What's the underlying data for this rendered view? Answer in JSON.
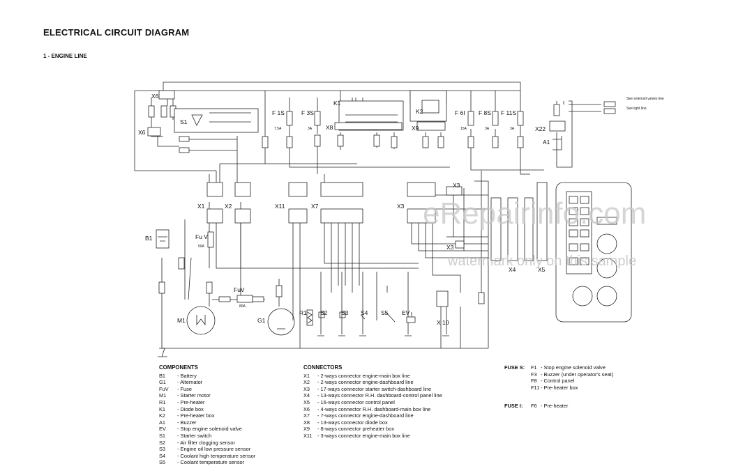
{
  "page": {
    "title": "ELECTRICAL CIRCUIT DIAGRAM",
    "subtitle": "1 - ENGINE LINE"
  },
  "watermark": {
    "site": "eRepairinfo.com",
    "note": "watermark only on this sample"
  },
  "diagram_labels": {
    "x6_top": "X6",
    "x6_left": "X6",
    "s1": "S1",
    "k1": "K1",
    "x8": "X8",
    "k2": "K2",
    "x9": "X9",
    "x22": "X22",
    "a1": "A1",
    "f1s": "F 1S",
    "f3s": "F 3S",
    "f6i": "F 6I",
    "f8s": "F 8S",
    "f11s": "F 11S",
    "f1s_amp": "7.5A",
    "f3s_amp": "3A",
    "f6i_amp": "15A",
    "f8s_amp": "3A",
    "f11s_amp": "3A",
    "x1": "X1",
    "x2": "X2",
    "x11": "X11",
    "x7": "X7",
    "x3": "X3",
    "x3b": "X3",
    "x4": "X4",
    "x5": "X5",
    "b1": "B1",
    "fuv_left": "Fu V",
    "fuv_left_amp": "50A",
    "fuv_mid": "FuV",
    "fuv_mid_amp": "80A",
    "m1": "M1",
    "g1": "G1",
    "r1": "R1",
    "s2": "S2",
    "s3": "S3",
    "s4": "S4",
    "s5": "S5",
    "ev": "EV",
    "x10": "X 10",
    "solenoid_line": "See solenoid valves line",
    "light_line": "See light line"
  },
  "components": {
    "heading": "COMPONENTS",
    "items": [
      {
        "code": "B1",
        "desc": "- Battery"
      },
      {
        "code": "G1",
        "desc": "- Alternator"
      },
      {
        "code": "FuV",
        "desc": "- Fuse"
      },
      {
        "code": "M1",
        "desc": "- Starter motor"
      },
      {
        "code": "R1",
        "desc": "- Pre-heater"
      },
      {
        "code": "K1",
        "desc": "- Diode box"
      },
      {
        "code": "K2",
        "desc": "- Pre-heater box"
      },
      {
        "code": "A1",
        "desc": "- Buzzer"
      },
      {
        "code": "EV",
        "desc": "- Stop engine solenoid valve"
      },
      {
        "code": "S1",
        "desc": "- Starter switch"
      },
      {
        "code": "S2",
        "desc": "- Air filter clogging sensor"
      },
      {
        "code": "S3",
        "desc": "- Engine oil low pressure sensor"
      },
      {
        "code": "S4",
        "desc": "- Coolant high temperature sensor"
      },
      {
        "code": "S5",
        "desc": "- Coolant temperature sensor"
      }
    ]
  },
  "connectors": {
    "heading": "CONNECTORS",
    "items": [
      {
        "code": "X1",
        "desc": "- 2-ways connector engine-main box line"
      },
      {
        "code": "X2",
        "desc": "- 2-ways connector engine-dashboard line"
      },
      {
        "code": "X3",
        "desc": "- 17-ways connector starter switch-dashboard line"
      },
      {
        "code": "X4",
        "desc": "- 13-ways connector R.H. dashboard-control panel line"
      },
      {
        "code": "X5",
        "desc": "- 16-ways connector control panel"
      },
      {
        "code": "X6",
        "desc": "- 4-ways connector R.H. dashboard-main box line"
      },
      {
        "code": "X7",
        "desc": "- 7-ways connector engine-dashboard line"
      },
      {
        "code": "X8",
        "desc": "- 13-ways connector diode box"
      },
      {
        "code": "X9",
        "desc": "- 8-ways connector preheater box"
      },
      {
        "code": "X11",
        "desc": "- 3-ways connector engine-main box line"
      }
    ]
  },
  "fuses_s": {
    "heading": "FUSE S:",
    "items": [
      {
        "code": "F1",
        "desc": "- Stop engine solenoid valve"
      },
      {
        "code": "F3",
        "desc": "- Buzzer (under operator's seat)"
      },
      {
        "code": "F8",
        "desc": "- Control panel"
      },
      {
        "code": "F11",
        "desc": "- Pre-heater box"
      }
    ]
  },
  "fuses_i": {
    "heading": "FUSE I:",
    "items": [
      {
        "code": "F6",
        "desc": "- Pre-heater"
      }
    ]
  }
}
